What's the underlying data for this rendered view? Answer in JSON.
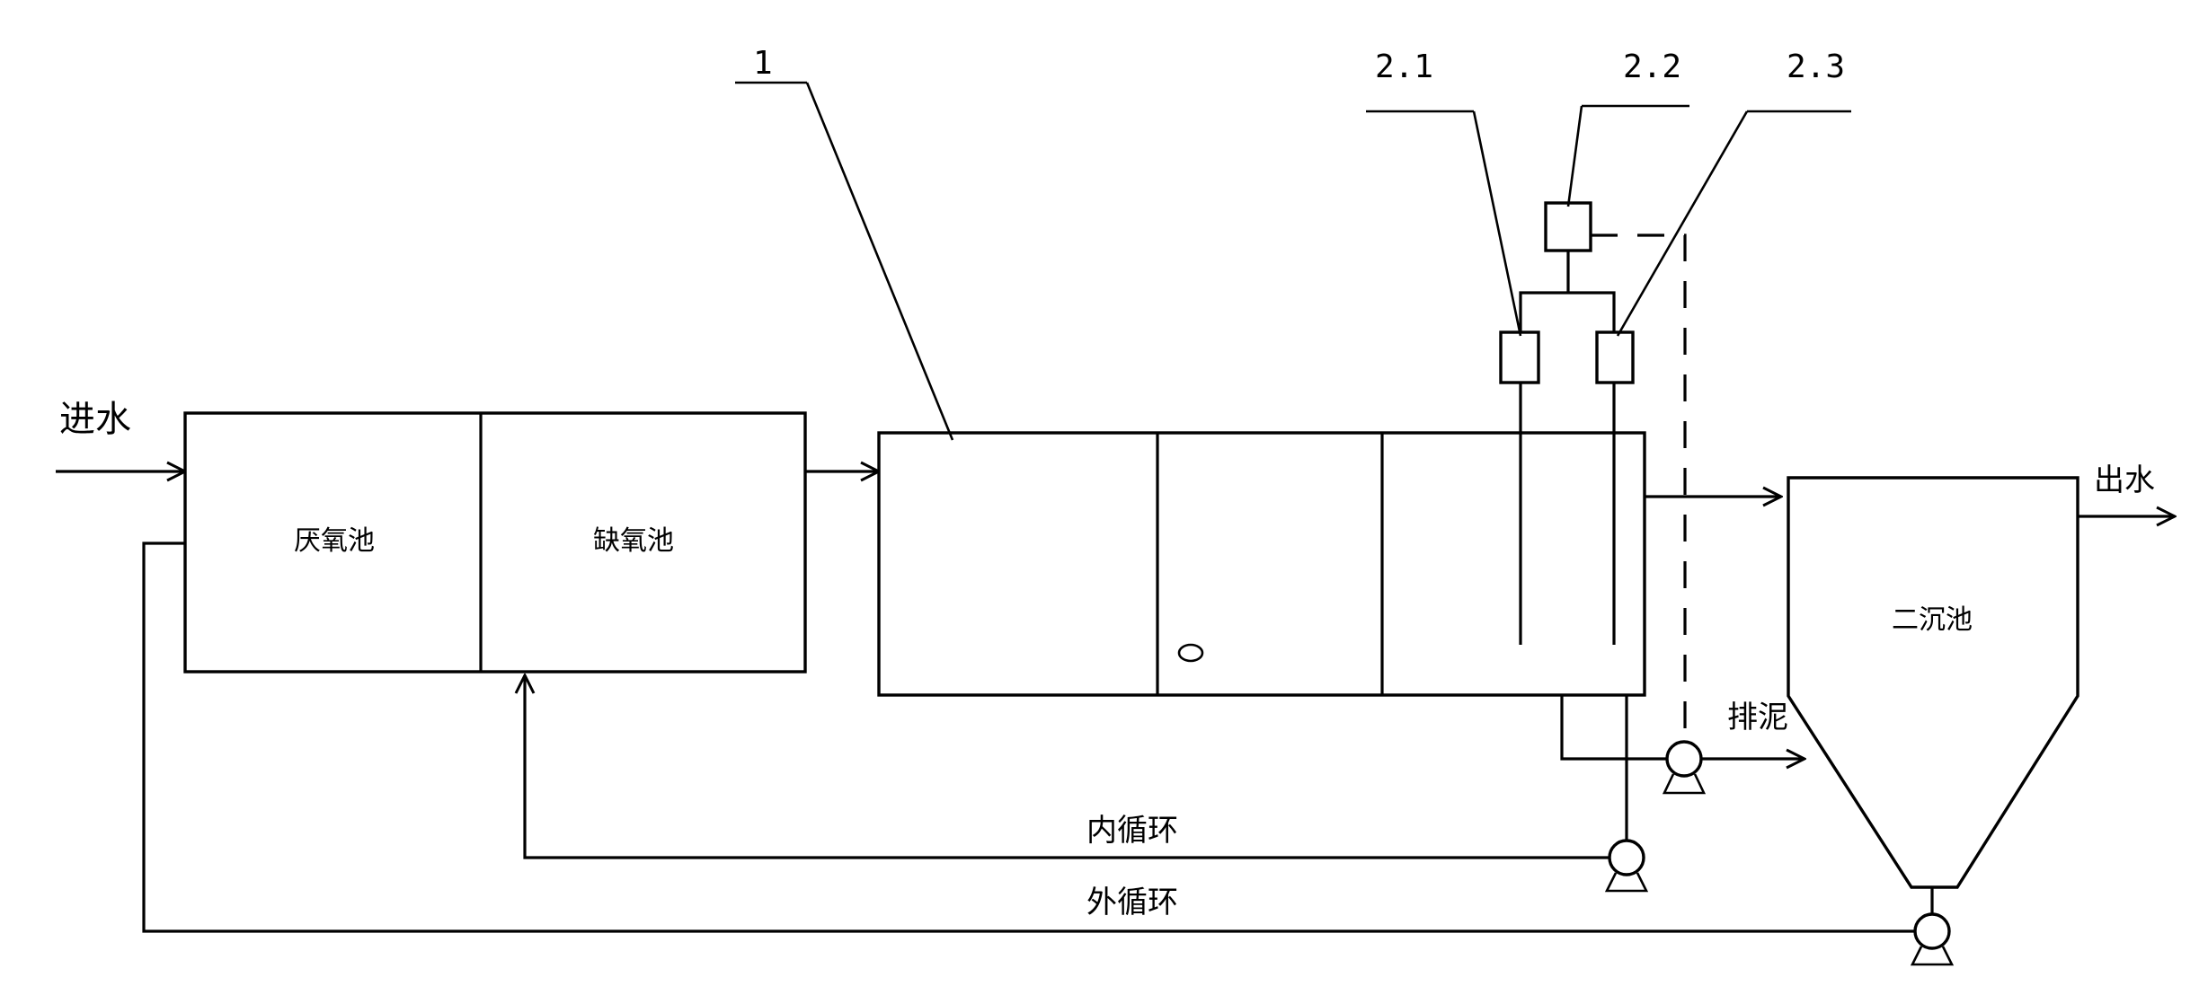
{
  "labels": {
    "inlet": "进水",
    "anaerobic_tank": "厌氧池",
    "anoxic_tank": "缺氧池",
    "secondary_clarifier": "二沉池",
    "outlet": "出水",
    "sludge_discharge": "排泥",
    "internal_recycle": "内循环",
    "external_recycle": "外循环",
    "ref_1": "1",
    "ref_2_1": "2.1",
    "ref_2_2": "2.2",
    "ref_2_3": "2.3"
  }
}
